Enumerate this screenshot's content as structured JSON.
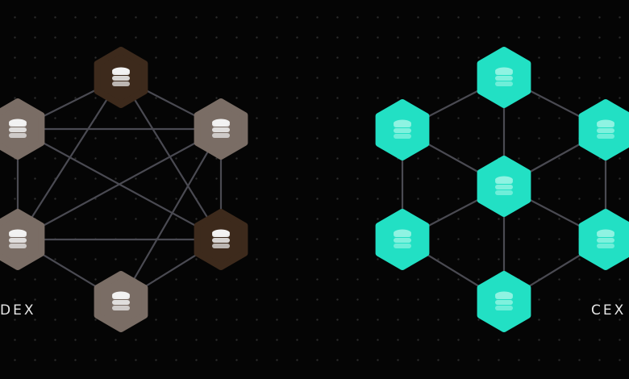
{
  "labels": {
    "left": "DEX",
    "right": "CEX"
  },
  "colors": {
    "background": "#050505",
    "edge": "#4a4a52",
    "dex_node_gray": "#7a6d65",
    "dex_node_dark": "#3d2a1c",
    "cex_node": "#22e0c4",
    "icon_light": "#f2f2f2"
  },
  "networks": [
    {
      "name": "DEX",
      "icon": "database-icon",
      "nodes": [
        {
          "id": "d1",
          "tone": "dark"
        },
        {
          "id": "d2",
          "tone": "gray"
        },
        {
          "id": "d3",
          "tone": "gray"
        },
        {
          "id": "d4",
          "tone": "gray"
        },
        {
          "id": "d5",
          "tone": "dark"
        },
        {
          "id": "d6",
          "tone": "gray"
        }
      ],
      "edges": [
        [
          "d1",
          "d2"
        ],
        [
          "d1",
          "d3"
        ],
        [
          "d1",
          "d4"
        ],
        [
          "d1",
          "d5"
        ],
        [
          "d2",
          "d3"
        ],
        [
          "d2",
          "d4"
        ],
        [
          "d2",
          "d5"
        ],
        [
          "d3",
          "d4"
        ],
        [
          "d3",
          "d5"
        ],
        [
          "d3",
          "d6"
        ],
        [
          "d4",
          "d5"
        ],
        [
          "d4",
          "d6"
        ],
        [
          "d5",
          "d6"
        ]
      ]
    },
    {
      "name": "CEX",
      "icon": "database-icon",
      "nodes": [
        {
          "id": "c0",
          "tone": "teal"
        },
        {
          "id": "c1",
          "tone": "teal"
        },
        {
          "id": "c2",
          "tone": "teal"
        },
        {
          "id": "c3",
          "tone": "teal"
        },
        {
          "id": "c4",
          "tone": "teal"
        },
        {
          "id": "c5",
          "tone": "teal"
        },
        {
          "id": "c6",
          "tone": "teal"
        }
      ],
      "edges": [
        [
          "c0",
          "c1"
        ],
        [
          "c0",
          "c2"
        ],
        [
          "c0",
          "c3"
        ],
        [
          "c0",
          "c4"
        ],
        [
          "c0",
          "c5"
        ],
        [
          "c0",
          "c6"
        ],
        [
          "c1",
          "c2"
        ],
        [
          "c1",
          "c3"
        ],
        [
          "c2",
          "c5"
        ],
        [
          "c3",
          "c4"
        ],
        [
          "c4",
          "c6"
        ],
        [
          "c5",
          "c6"
        ]
      ]
    }
  ]
}
